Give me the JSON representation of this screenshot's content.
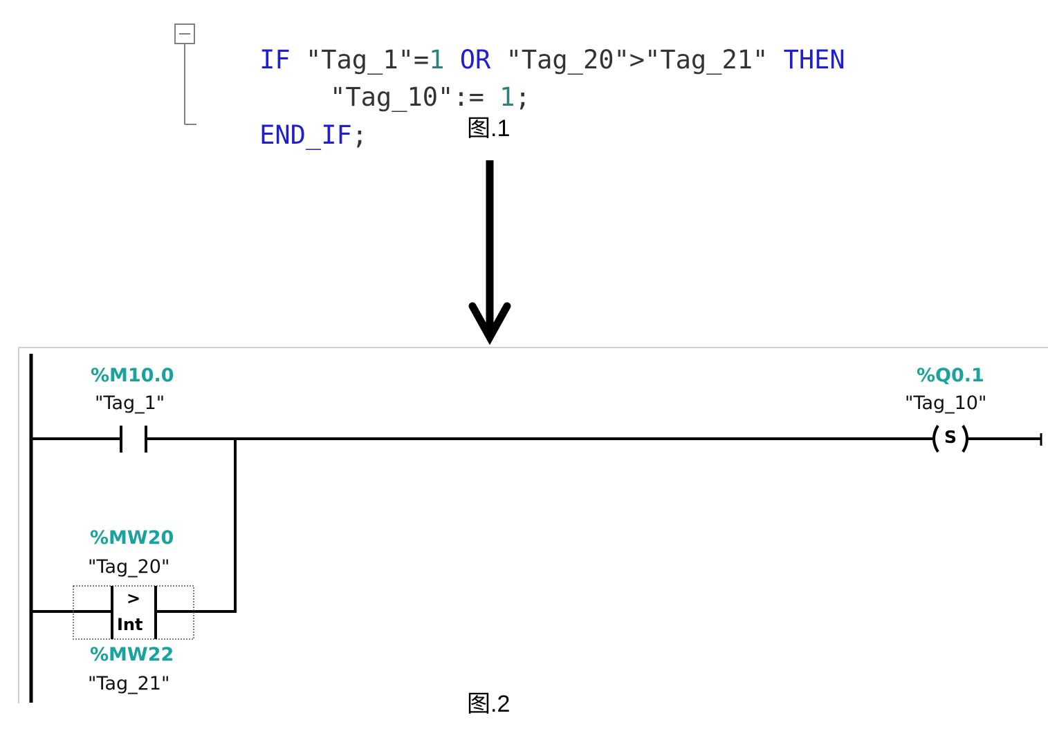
{
  "fig1": {
    "code": {
      "line1": {
        "kw_if": "IF",
        "tag1": "\"Tag_1\"",
        "eq": "=",
        "one": "1",
        "kw_or": "OR",
        "tag20": "\"Tag_20\"",
        "gt": ">",
        "tag21": "\"Tag_21\"",
        "kw_then": "THEN"
      },
      "line2": {
        "tag10": "\"Tag_10\"",
        "assign": ":=",
        "one": "1",
        "semi": ";"
      },
      "line3": {
        "kw_end_if": "END_IF",
        "semi": ";"
      }
    },
    "caption": "图.1"
  },
  "fig2": {
    "contact": {
      "address": "%M10.0",
      "tag": "\"Tag_1\""
    },
    "coil": {
      "address": "%Q0.1",
      "tag": "\"Tag_10\"",
      "type": "S"
    },
    "compare": {
      "operator": ">",
      "datatype": "Int",
      "in1_address": "%MW20",
      "in1_tag": "\"Tag_20\"",
      "in2_address": "%MW22",
      "in2_tag": "\"Tag_21\""
    },
    "caption": "图.2"
  },
  "colors": {
    "keyword": "#1f1fd0",
    "string": "#333333",
    "number": "#2f7f7f",
    "address": "#1aa39e",
    "wire": "#000000"
  }
}
